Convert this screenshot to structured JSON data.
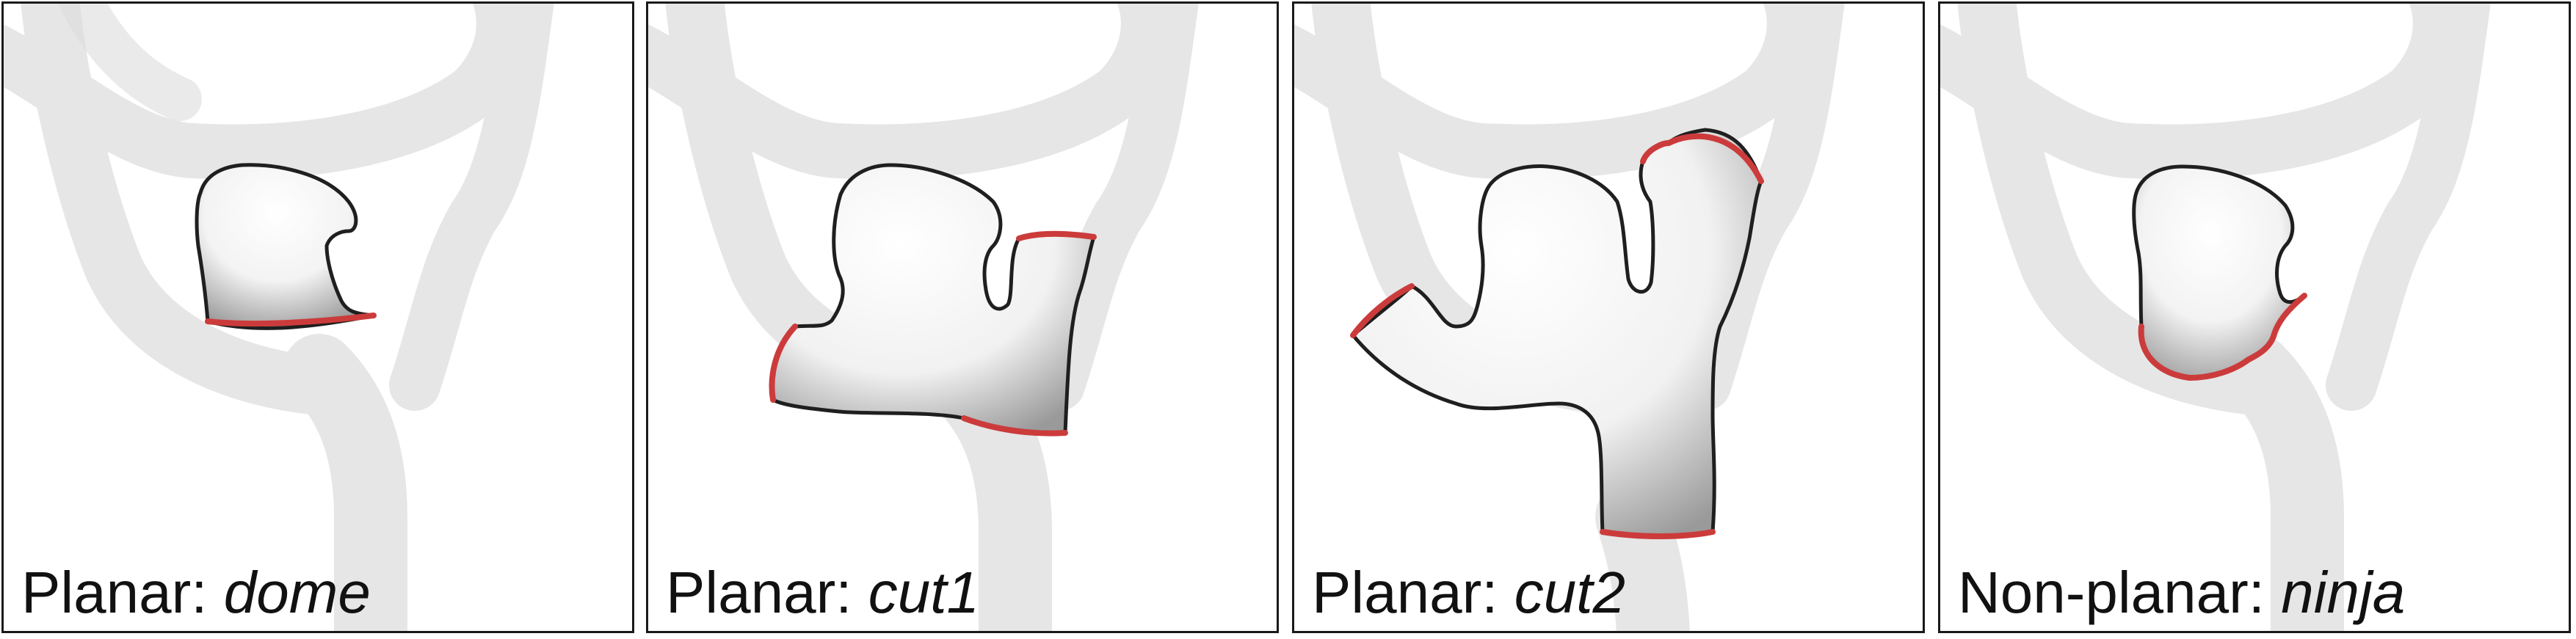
{
  "panels": [
    {
      "label": "Planar:",
      "mode": "dome"
    },
    {
      "label": "Planar:",
      "mode": "cut1"
    },
    {
      "label": "Planar:",
      "mode": "cut2"
    },
    {
      "label": "Non-planar:",
      "mode": "ninja"
    }
  ],
  "colors": {
    "vessel": "#e6e6e6",
    "vessel_edge": "#d0d0d0",
    "surface_light": "#ffffff",
    "surface_dark": "#8c8c8c",
    "surface_outline": "#1f1f1f",
    "cut_rim": "#cc3b3b",
    "border": "#1a1a1a"
  }
}
